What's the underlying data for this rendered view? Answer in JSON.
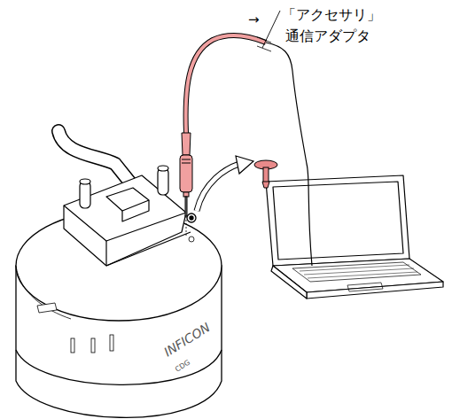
{
  "diagram": {
    "labels": [
      "→",
      "「アクセサリ」",
      "通信アダプタ",
      "INFICON",
      "CDG"
    ]
  }
}
